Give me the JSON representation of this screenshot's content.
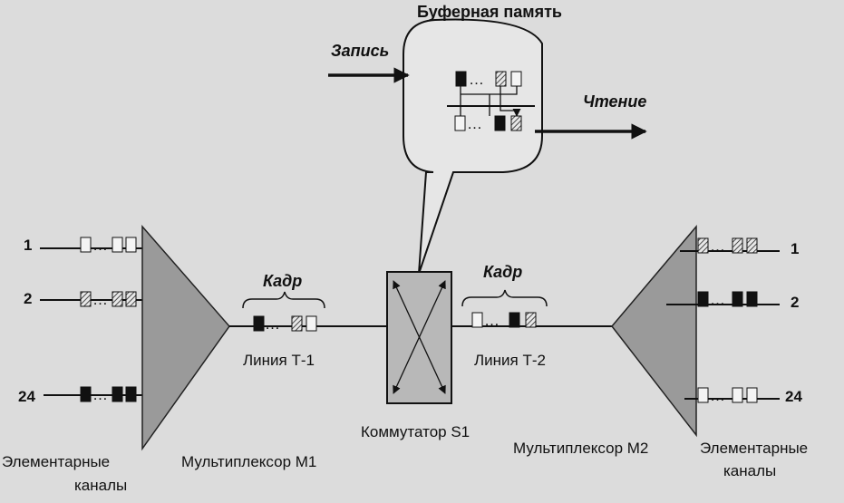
{
  "labels": {
    "buffer_memory": "Буферная память",
    "write": "Запись",
    "read": "Чтение",
    "frame_left": "Кадр",
    "frame_right": "Кадр",
    "line_t1": "Линия Т-1",
    "line_t2": "Линия Т-2",
    "switch_s1": "Коммутатор S1",
    "mux_m1": "Мультиплексор М1",
    "mux_m2": "Мультиплексор М2",
    "channels_left_line1": "Элементарные",
    "channels_left_line2": "каналы",
    "channels_right_line1": "Элементарные",
    "channels_right_line2": "каналы",
    "ch_left_1": "1",
    "ch_left_2": "2",
    "ch_left_24": "24",
    "ch_right_1": "1",
    "ch_right_2": "2",
    "ch_right_24": "24",
    "dots": "…"
  },
  "colors": {
    "background": "#dcdcdc",
    "mux_fill": "#9a9a9a",
    "switch_fill": "#b8b8b8",
    "ink": "#111111"
  }
}
